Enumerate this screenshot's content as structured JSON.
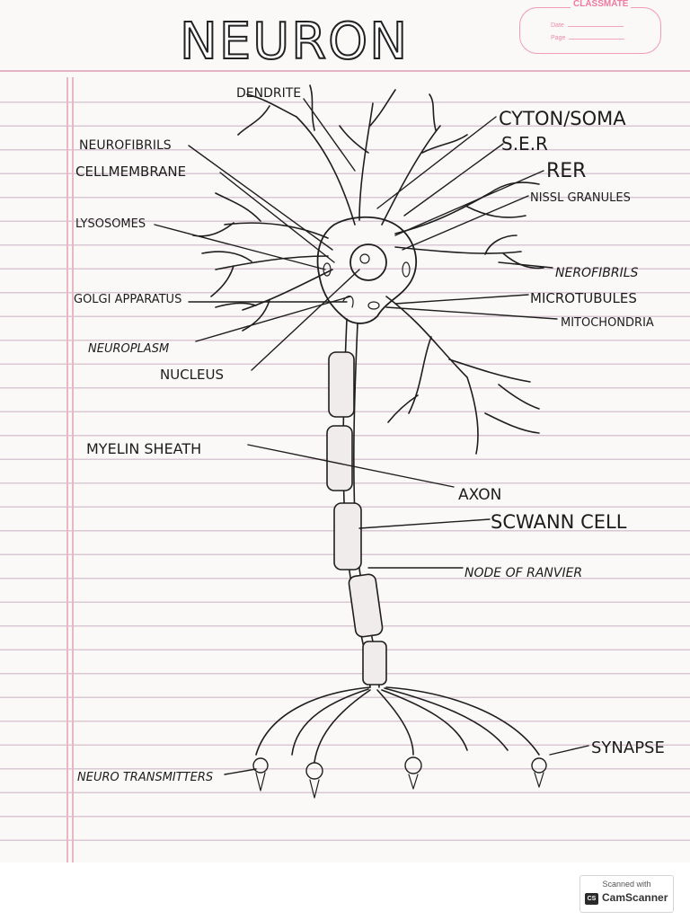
{
  "title": "NEURON",
  "stamp": {
    "brand": "CLASSMATE",
    "date_label": "Date",
    "page_label": "Page"
  },
  "labels": {
    "dendrite": "DENDRITE",
    "neurofibrils_left": "NEUROFIBRILS",
    "cell_membrane": "CELLMEMBRANE",
    "lysosomes": "LYSOSOMES",
    "golgi": "GOLGI APPARATUS",
    "neuroplasm": "NEUROPLASM",
    "nucleus": "NUCLEUS",
    "cyton": "CYTON/SOMA",
    "ser": "S.E.R",
    "rer": "RER",
    "nissl": "NISSL GRANULES",
    "nerofibrils_right": "NEROFIBRILS",
    "microtubules": "MICROTUBULES",
    "mitochondria": "MITOCHONDRIA",
    "myelin": "MYELIN SHEATH",
    "axon": "AXON",
    "schwann": "SCWANN CELL",
    "node": "NODE OF RANVIER",
    "synapse": "SYNAPSE",
    "neurotransmitters": "NEURO TRANSMITTERS"
  },
  "scanner": {
    "caption": "Scanned with",
    "name": "CamScanner",
    "logo": "CS"
  }
}
